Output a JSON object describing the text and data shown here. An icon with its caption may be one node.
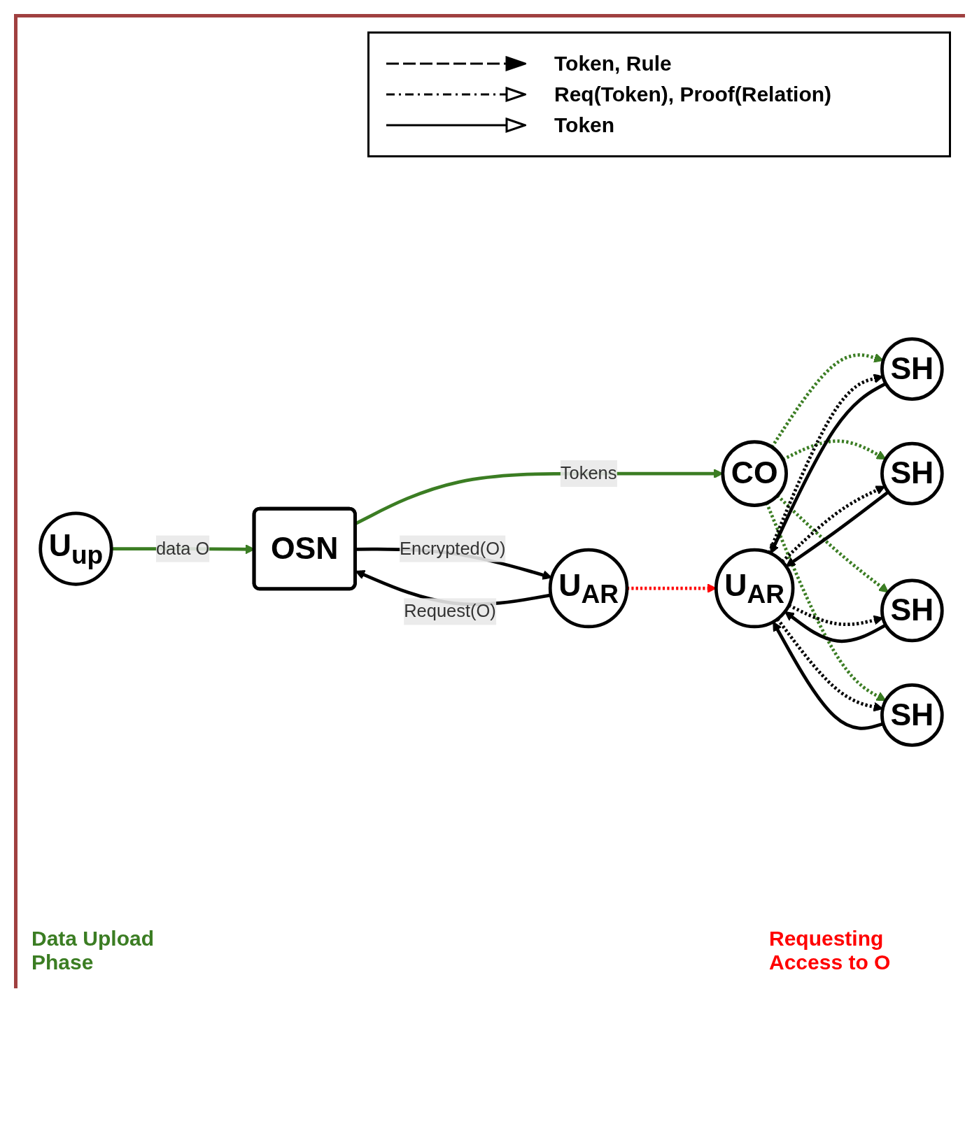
{
  "diagram": {
    "nodes": [
      {
        "text": [
          "U$_{up}$"
        ]
      },
      {
        "text": [
          "OSN"
        ]
      },
      {
        "text": [
          "U$_{AR}$"
        ]
      },
      {
        "text": [
          "SH"
        ]
      },
      {
        "text": [
          "SH"
        ]
      },
      {
        "text": [
          "CO"
        ]
      },
      {
        "text": [
          "U$_{AR}$"
        ]
      },
      {
        "text": [
          "SH"
        ]
      },
      {
        "text": [
          "SH"
        ]
      }
    ],
    "edges": [
      {
        "from": 0,
        "to": 1,
        "arrow": "to",
        "label": "data O",
        "color": "#3b7d23"
      },
      {
        "from": 2,
        "to": 1,
        "arrow": "to",
        "label": "Request(O)"
      },
      {
        "from": 1,
        "to": 2,
        "arrow": "to",
        "label": "Encrypted(O)"
      },
      {
        "from": 1,
        "to": 5,
        "arrow": "to",
        "label": "Tokens",
        "color": "#3b7d23"
      },
      {
        "from": 5,
        "to": 3,
        "arrow": "to",
        "style": "dashed",
        "color": "#3b7d23"
      },
      {
        "from": 5,
        "to": 4,
        "arrow": "to",
        "style": "dashed",
        "color": "#3b7d23"
      },
      {
        "from": 5,
        "to": 7,
        "arrow": "to",
        "style": "dashed",
        "color": "#3b7d23"
      },
      {
        "from": 5,
        "to": 8,
        "arrow": "to",
        "style": "dashed",
        "color": "#3b7d23"
      },
      {
        "from": 2,
        "to": 6,
        "arrow": "to",
        "style": "dashed",
        "color": "#ff0000"
      },
      {
        "from": 6,
        "to": 3,
        "arrow": "to",
        "style": "dashed"
      },
      {
        "from": 3,
        "to": 6,
        "arrow": "to"
      },
      {
        "from": 6,
        "to": 4,
        "arrow": "to",
        "style": "dashed"
      },
      {
        "from": 4,
        "to": 6,
        "arrow": "to"
      },
      {
        "from": 6,
        "to": 7,
        "arrow": "to",
        "style": "dashed"
      },
      {
        "from": 7,
        "to": 6,
        "arrow": "to"
      },
      {
        "from": 6,
        "to": 8,
        "arrow": "to",
        "style": "dashed"
      },
      {
        "from": 8,
        "to": 6,
        "arrow": "to"
      }
    ],
    "labels": [
      "Data Upload Phase",
      "Requesting Access to O"
    ],
    "legend": [
      {
        "text": "Token, Rule"
      },
      {
        "text": "Req(Token), Proof(Relation)"
      },
      {
        "text": "Token"
      }
    ]
  }
}
